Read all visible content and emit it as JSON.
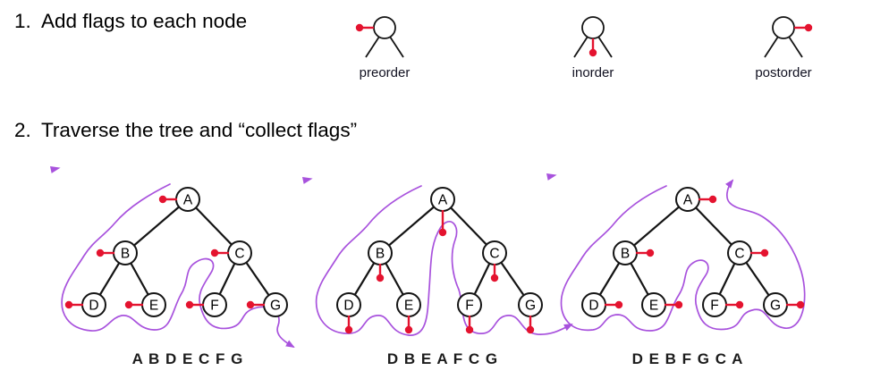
{
  "heading1": {
    "number": "1.",
    "text": "Add flags to each node"
  },
  "heading2": {
    "number": "2.",
    "text": "Traverse the tree and “collect flags”"
  },
  "legend": {
    "items": [
      {
        "label": "preorder",
        "flag_position": "left"
      },
      {
        "label": "inorder",
        "flag_position": "bottom"
      },
      {
        "label": "postorder",
        "flag_position": "right"
      }
    ]
  },
  "tree": {
    "node_labels": [
      "A",
      "B",
      "C",
      "D",
      "E",
      "F",
      "G"
    ],
    "edges": [
      [
        "A",
        "B"
      ],
      [
        "A",
        "C"
      ],
      [
        "B",
        "D"
      ],
      [
        "B",
        "E"
      ],
      [
        "C",
        "F"
      ],
      [
        "C",
        "G"
      ]
    ]
  },
  "trees": [
    {
      "traversal": "preorder",
      "flag_position": "left",
      "sequence": "A B D E C F G"
    },
    {
      "traversal": "inorder",
      "flag_position": "bottom",
      "sequence": "D B E A F C G"
    },
    {
      "traversal": "postorder",
      "flag_position": "right",
      "sequence": "D E B F G C A"
    }
  ],
  "colors": {
    "flag": "#e4132f",
    "path": "#a852dd",
    "stroke": "#141414"
  }
}
